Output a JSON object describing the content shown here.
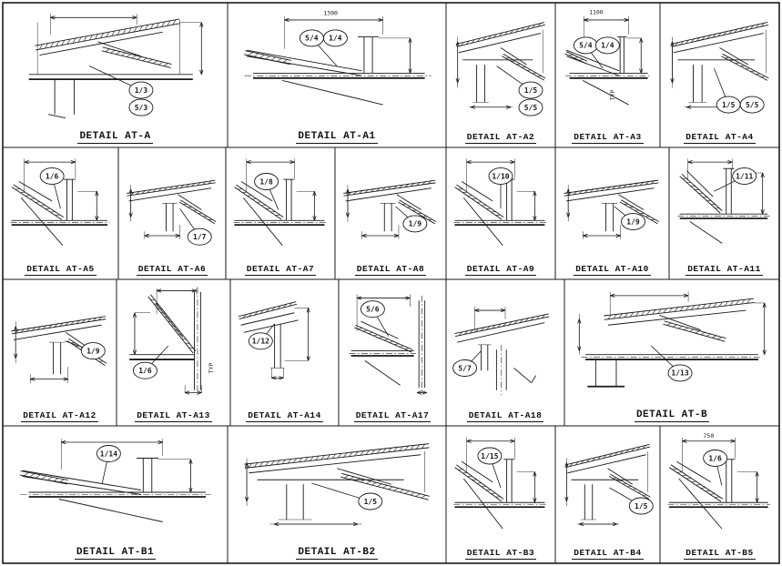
{
  "sheet": {
    "type": "structural-steel-detail-sheet",
    "colors": {
      "line": "#1a1a1a",
      "background": "#ffffff",
      "bubble_fill": "#ffffff"
    },
    "details": [
      {
        "id": "A",
        "title": "DETAIL AT-A",
        "callouts": [
          "1/3",
          "5/3"
        ],
        "dim_labels": []
      },
      {
        "id": "A1",
        "title": "DETAIL AT-A1",
        "callouts": [
          "5/4",
          "1/4"
        ],
        "dim_labels": [
          "1300"
        ]
      },
      {
        "id": "A2",
        "title": "DETAIL AT-A2",
        "callouts": [
          "1/5",
          "5/5"
        ],
        "dim_labels": []
      },
      {
        "id": "A3",
        "title": "DETAIL AT-A3",
        "callouts": [
          "5/4",
          "1/4"
        ],
        "dim_labels": [
          "1100",
          "TYP"
        ]
      },
      {
        "id": "A4",
        "title": "DETAIL AT-A4",
        "callouts": [
          "1/5",
          "5/5"
        ],
        "dim_labels": []
      },
      {
        "id": "A5",
        "title": "DETAIL AT-A5",
        "callouts": [
          "1/6"
        ],
        "dim_labels": []
      },
      {
        "id": "A6",
        "title": "DETAIL AT-A6",
        "callouts": [
          "1/7"
        ],
        "dim_labels": []
      },
      {
        "id": "A7",
        "title": "DETAIL AT-A7",
        "callouts": [
          "1/8"
        ],
        "dim_labels": []
      },
      {
        "id": "A8",
        "title": "DETAIL AT-A8",
        "callouts": [
          "1/9"
        ],
        "dim_labels": []
      },
      {
        "id": "A9",
        "title": "DETAIL AT-A9",
        "callouts": [
          "1/10"
        ],
        "dim_labels": []
      },
      {
        "id": "A10",
        "title": "DETAIL AT-A10",
        "callouts": [
          "1/9"
        ],
        "dim_labels": []
      },
      {
        "id": "A11",
        "title": "DETAIL AT-A11",
        "callouts": [
          "1/11"
        ],
        "dim_labels": []
      },
      {
        "id": "A12",
        "title": "DETAIL AT-A12",
        "callouts": [
          "1/9"
        ],
        "dim_labels": []
      },
      {
        "id": "A13",
        "title": "DETAIL AT-A13",
        "callouts": [
          "1/6"
        ],
        "dim_labels": [
          "TYP"
        ]
      },
      {
        "id": "A14",
        "title": "DETAIL AT-A14",
        "callouts": [
          "1/12"
        ],
        "dim_labels": []
      },
      {
        "id": "A17",
        "title": "DETAIL AT-A17",
        "callouts": [
          "5/6"
        ],
        "dim_labels": []
      },
      {
        "id": "A18",
        "title": "DETAIL AT-A18",
        "callouts": [
          "5/7"
        ],
        "dim_labels": []
      },
      {
        "id": "B",
        "title": "DETAIL AT-B",
        "callouts": [
          "1/13"
        ],
        "dim_labels": []
      },
      {
        "id": "B1",
        "title": "DETAIL AT-B1",
        "callouts": [
          "1/14"
        ],
        "dim_labels": []
      },
      {
        "id": "B2",
        "title": "DETAIL AT-B2",
        "callouts": [
          "1/5"
        ],
        "dim_labels": []
      },
      {
        "id": "B3",
        "title": "DETAIL AT-B3",
        "callouts": [
          "1/15"
        ],
        "dim_labels": []
      },
      {
        "id": "B4",
        "title": "DETAIL AT-B4",
        "callouts": [
          "1/5"
        ],
        "dim_labels": []
      },
      {
        "id": "B5",
        "title": "DETAIL AT-B5",
        "callouts": [
          "1/6"
        ],
        "dim_labels": [
          "750"
        ]
      }
    ]
  }
}
